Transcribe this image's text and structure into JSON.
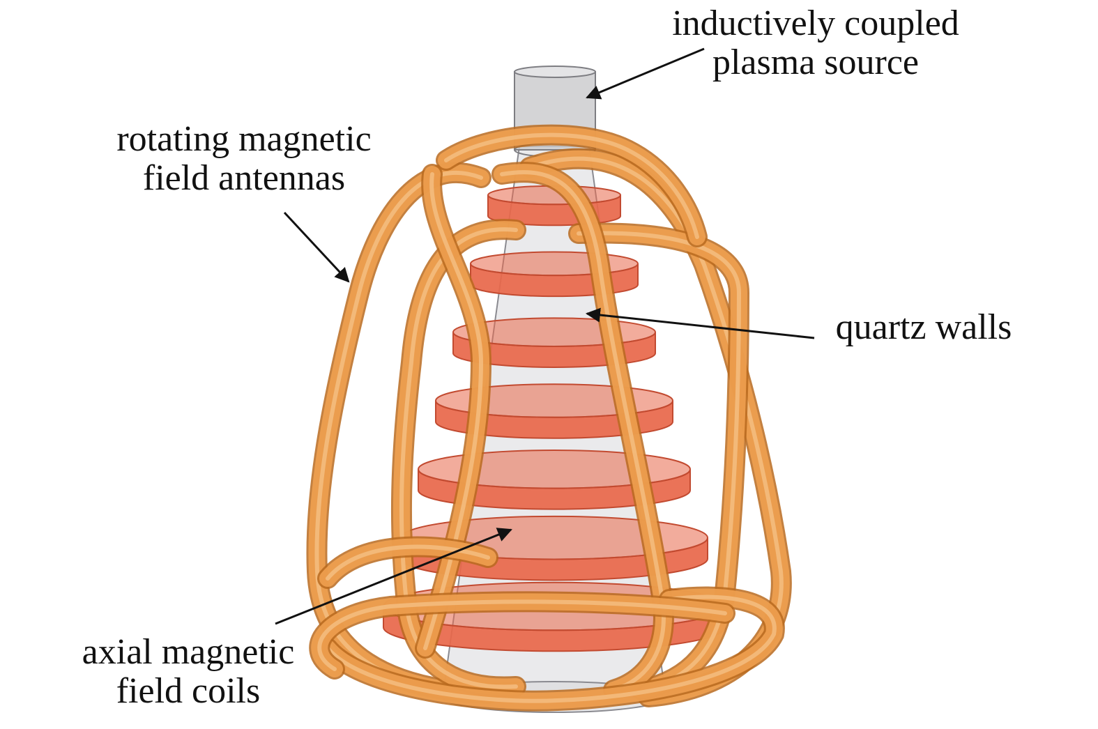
{
  "labels": {
    "icp": {
      "line1": "inductively coupled",
      "line2": "plasma source"
    },
    "rmf": {
      "line1": "rotating magnetic",
      "line2": "field antennas"
    },
    "quartz": {
      "line1": "quartz walls"
    },
    "axial": {
      "line1": "axial magnetic",
      "line2": "field coils"
    }
  },
  "colors": {
    "antenna": "#f0a050",
    "antenna_edge": "#b86a1e",
    "coil": "#e8674a",
    "coil_edge": "#c24a30",
    "quartz": "#d9d9dc",
    "quartz_edge": "#8a8a90",
    "leader": "#111111"
  },
  "counts": {
    "axial_coils": 7,
    "antenna_loops": 4
  }
}
